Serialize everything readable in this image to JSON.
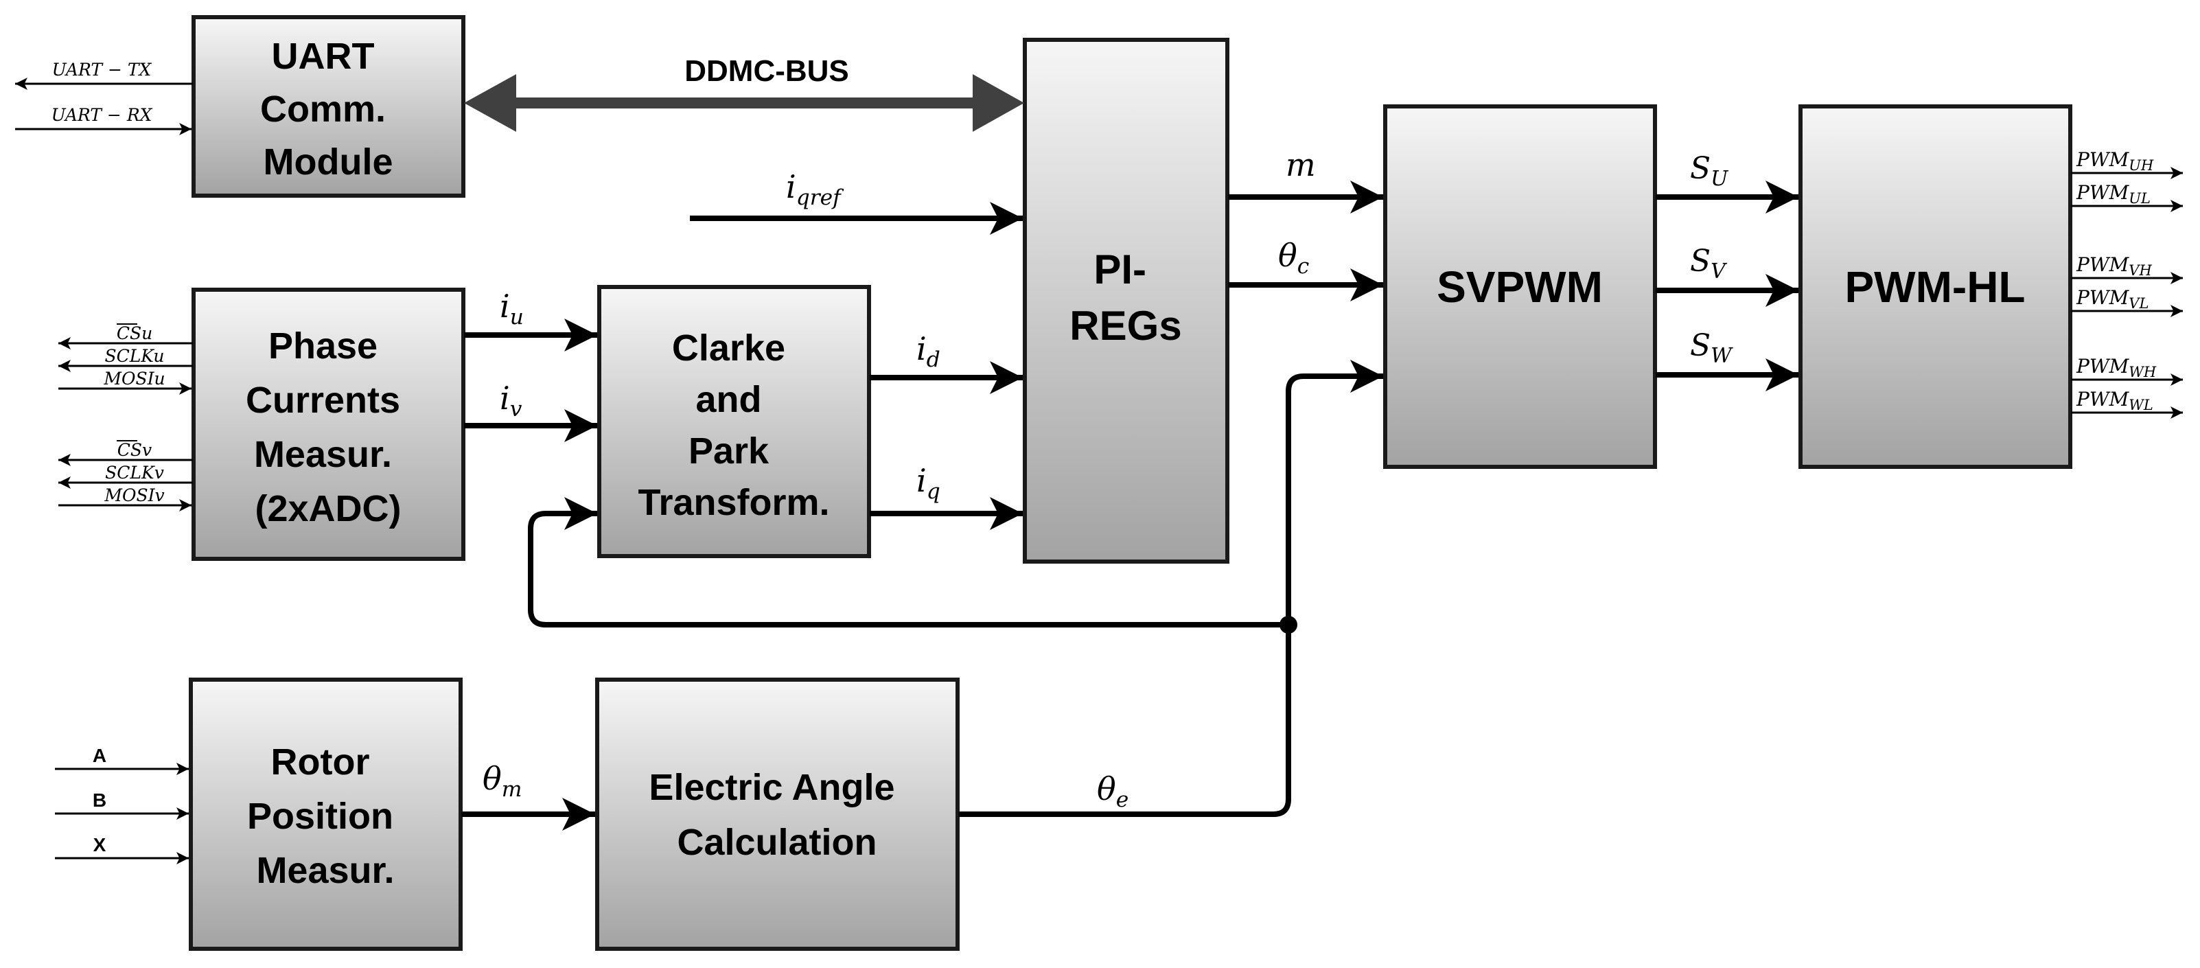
{
  "blocks": {
    "uart": [
      "UART",
      "Comm.",
      "Module"
    ],
    "phase": [
      "Phase",
      "Currents",
      "Measur.",
      "(2xADC)"
    ],
    "clarke": [
      "Clarke",
      "and",
      "Park",
      "Transform."
    ],
    "pireg": [
      "PI-",
      "REGs"
    ],
    "svpwm": [
      "SVPWM"
    ],
    "pwmhl": [
      "PWM-HL"
    ],
    "rotor": [
      "Rotor",
      "Position",
      "Measur."
    ],
    "elec": [
      "Electric Angle",
      "Calculation"
    ]
  },
  "bus_label": "DDMC-BUS",
  "uart_pins": {
    "tx": "UART − TX",
    "rx": "UART − RX"
  },
  "phase_pins": {
    "u": [
      "CSu",
      "SCLKu",
      "MOSIu"
    ],
    "v": [
      "CSv",
      "SCLKv",
      "MOSIv"
    ]
  },
  "encoder_pins": [
    "A",
    "B",
    "X"
  ],
  "signals": {
    "iu": {
      "base": "i",
      "sub": "u"
    },
    "iv": {
      "base": "i",
      "sub": "v"
    },
    "id": {
      "base": "i",
      "sub": "d"
    },
    "iq": {
      "base": "i",
      "sub": "q"
    },
    "iqref": {
      "base": "i",
      "sub": "qref"
    },
    "m": {
      "base": "m",
      "sub": ""
    },
    "thc": {
      "base": "θ",
      "sub": "c"
    },
    "thm": {
      "base": "θ",
      "sub": "m"
    },
    "the": {
      "base": "θ",
      "sub": "e"
    },
    "su": {
      "base": "S",
      "sub": "U"
    },
    "sv": {
      "base": "S",
      "sub": "V"
    },
    "sw": {
      "base": "S",
      "sub": "W"
    }
  },
  "pwm_outputs": [
    {
      "base": "PWM",
      "sub": "UH"
    },
    {
      "base": "PWM",
      "sub": "UL"
    },
    {
      "base": "PWM",
      "sub": "VH"
    },
    {
      "base": "PWM",
      "sub": "VL"
    },
    {
      "base": "PWM",
      "sub": "WH"
    },
    {
      "base": "PWM",
      "sub": "WL"
    }
  ]
}
